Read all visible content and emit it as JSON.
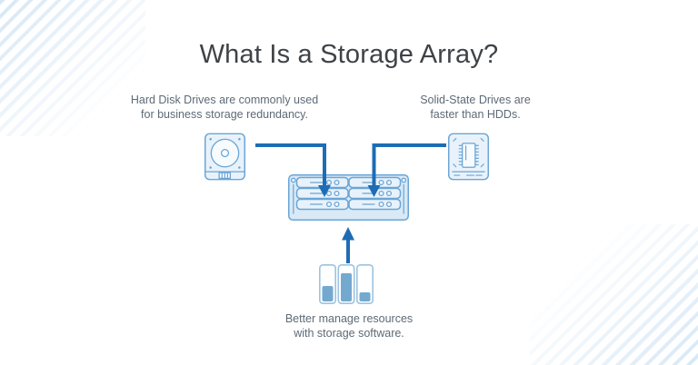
{
  "title": "What Is a Storage Array?",
  "captions": {
    "hdd": "Hard Disk Drives are commonly used\nfor business storage redundancy.",
    "ssd": "Solid-State Drives are\nfaster than HDDs.",
    "software": "Better manage resources\nwith storage software."
  },
  "icons": {
    "hdd": "hard-disk-drive-icon",
    "ssd": "solid-state-drive-icon",
    "array": "storage-array-icon",
    "software": "storage-software-bars-icon"
  },
  "software_usage_levels_percent": [
    46,
    84,
    27
  ],
  "colors": {
    "arrow": "#1e6cb4",
    "icon_stroke": "#6aa5d6",
    "icon_fill_light": "#e9f2fa",
    "icon_fill_mid": "#d9e9f6",
    "icon_fill_bright": "#f7fbfd",
    "software_fill": "#74a9cf",
    "software_outline": "#9cc3e0",
    "title_text": "#3e4347",
    "caption_text": "#5d6a76",
    "stripe": "rgba(151,196,232,0.40)"
  }
}
